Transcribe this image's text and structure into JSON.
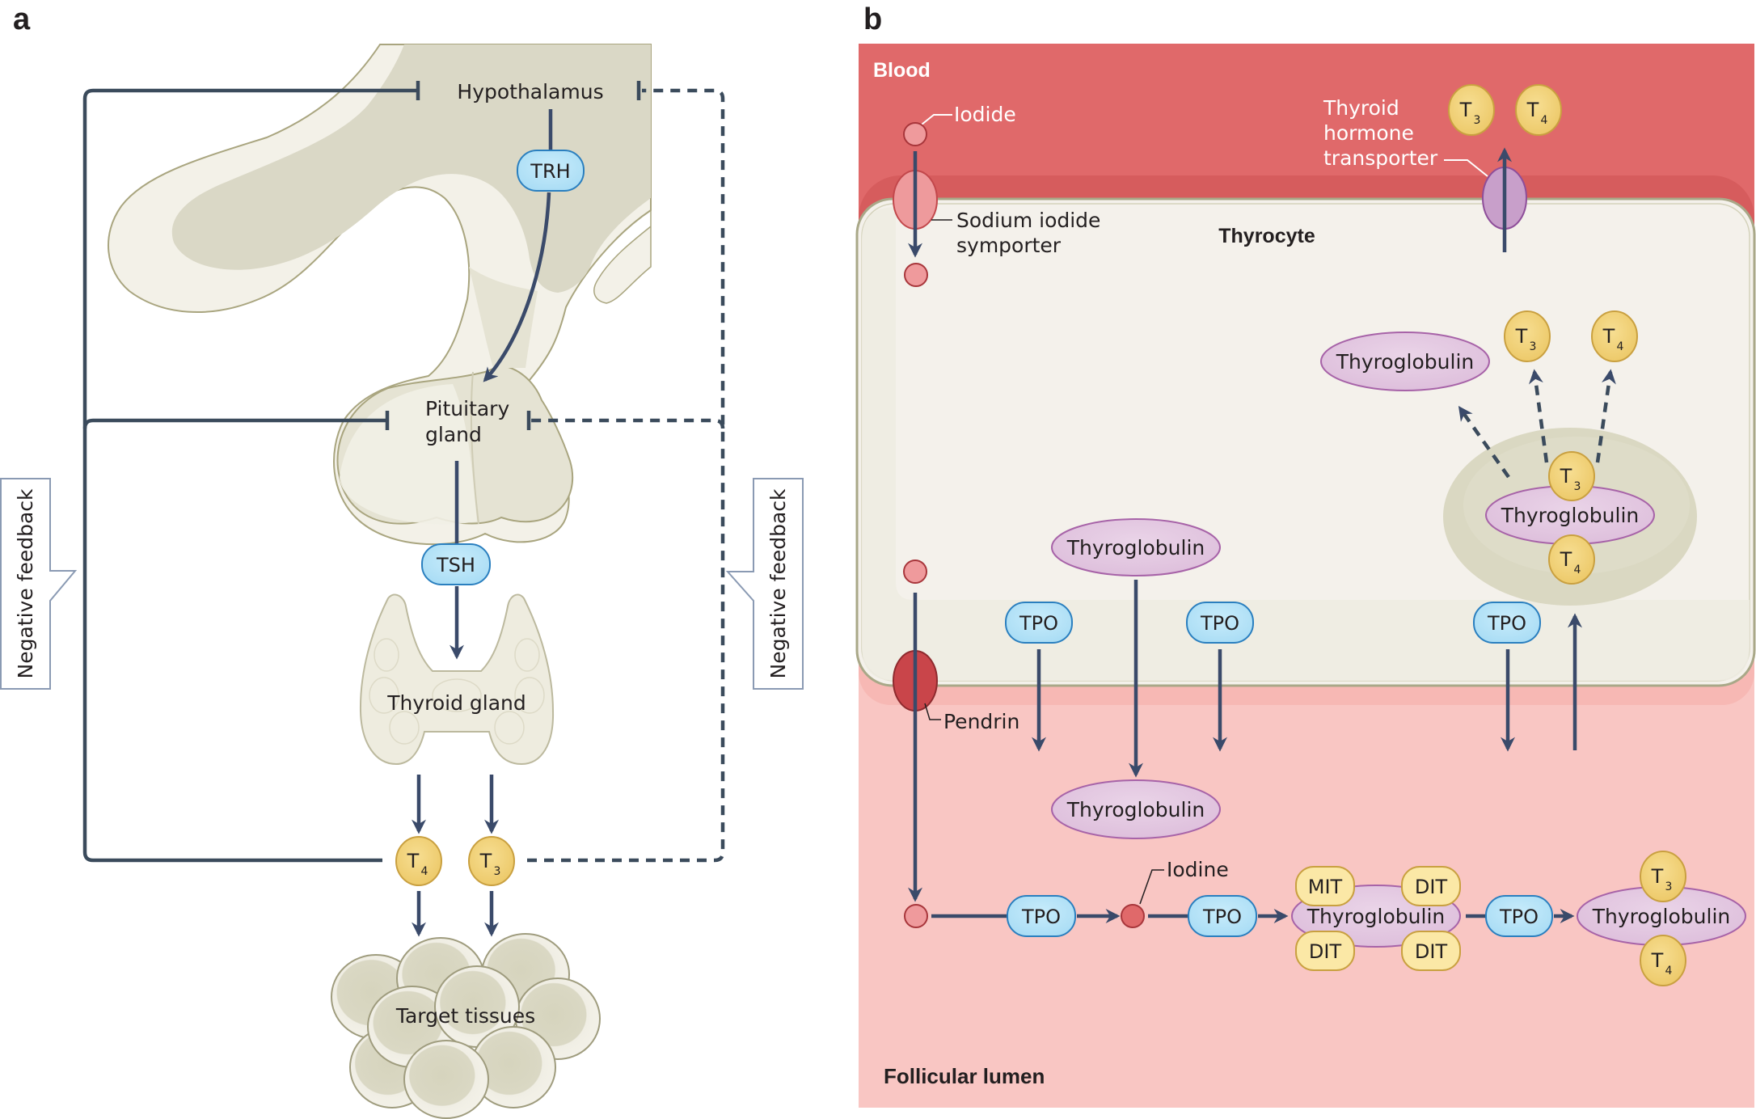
{
  "panel_a": {
    "letter": "a",
    "hypothalamus": "Hypothalamus",
    "trh": "TRH",
    "pituitary_line1": "Pituitary",
    "pituitary_line2": "gland",
    "tsh": "TSH",
    "thyroid_gland": "Thyroid gland",
    "t4": {
      "base": "T",
      "sub": "4"
    },
    "t3": {
      "base": "T",
      "sub": "3"
    },
    "target_tissues": "Target tissues",
    "feedback_left": "Negative feedback",
    "feedback_right": "Negative feedback"
  },
  "panel_b": {
    "letter": "b",
    "blood": "Blood",
    "iodide": "Iodide",
    "symporter_line1": "Sodium iodide",
    "symporter_line2": "symporter",
    "thyrocyte": "Thyrocyte",
    "transporter_line1": "Thyroid",
    "transporter_line2": "hormone",
    "transporter_line3": "transporter",
    "pendrin": "Pendrin",
    "iodine": "Iodine",
    "follicular_lumen": "Follicular lumen",
    "thyroglobulin": "Thyroglobulin",
    "tpo": "TPO",
    "mit": "MIT",
    "dit": "DIT",
    "t3": {
      "base": "T",
      "sub": "3"
    },
    "t4": {
      "base": "T",
      "sub": "4"
    }
  },
  "colors": {
    "blood": "#e0696a",
    "blood_band": "#d65c5d",
    "lumen": "#f9c6c3",
    "cytoplasm": "#f4f1eb",
    "membrane": "#a9a888",
    "hormone_yellow": "#f2d27a",
    "enzyme_blue": "#b5e1f7",
    "thyroglobulin_purple": "#e3c9e1",
    "pendrin_red": "#c9454a",
    "arrow": "#3a4a6a",
    "tissue": "#dcdac8"
  }
}
